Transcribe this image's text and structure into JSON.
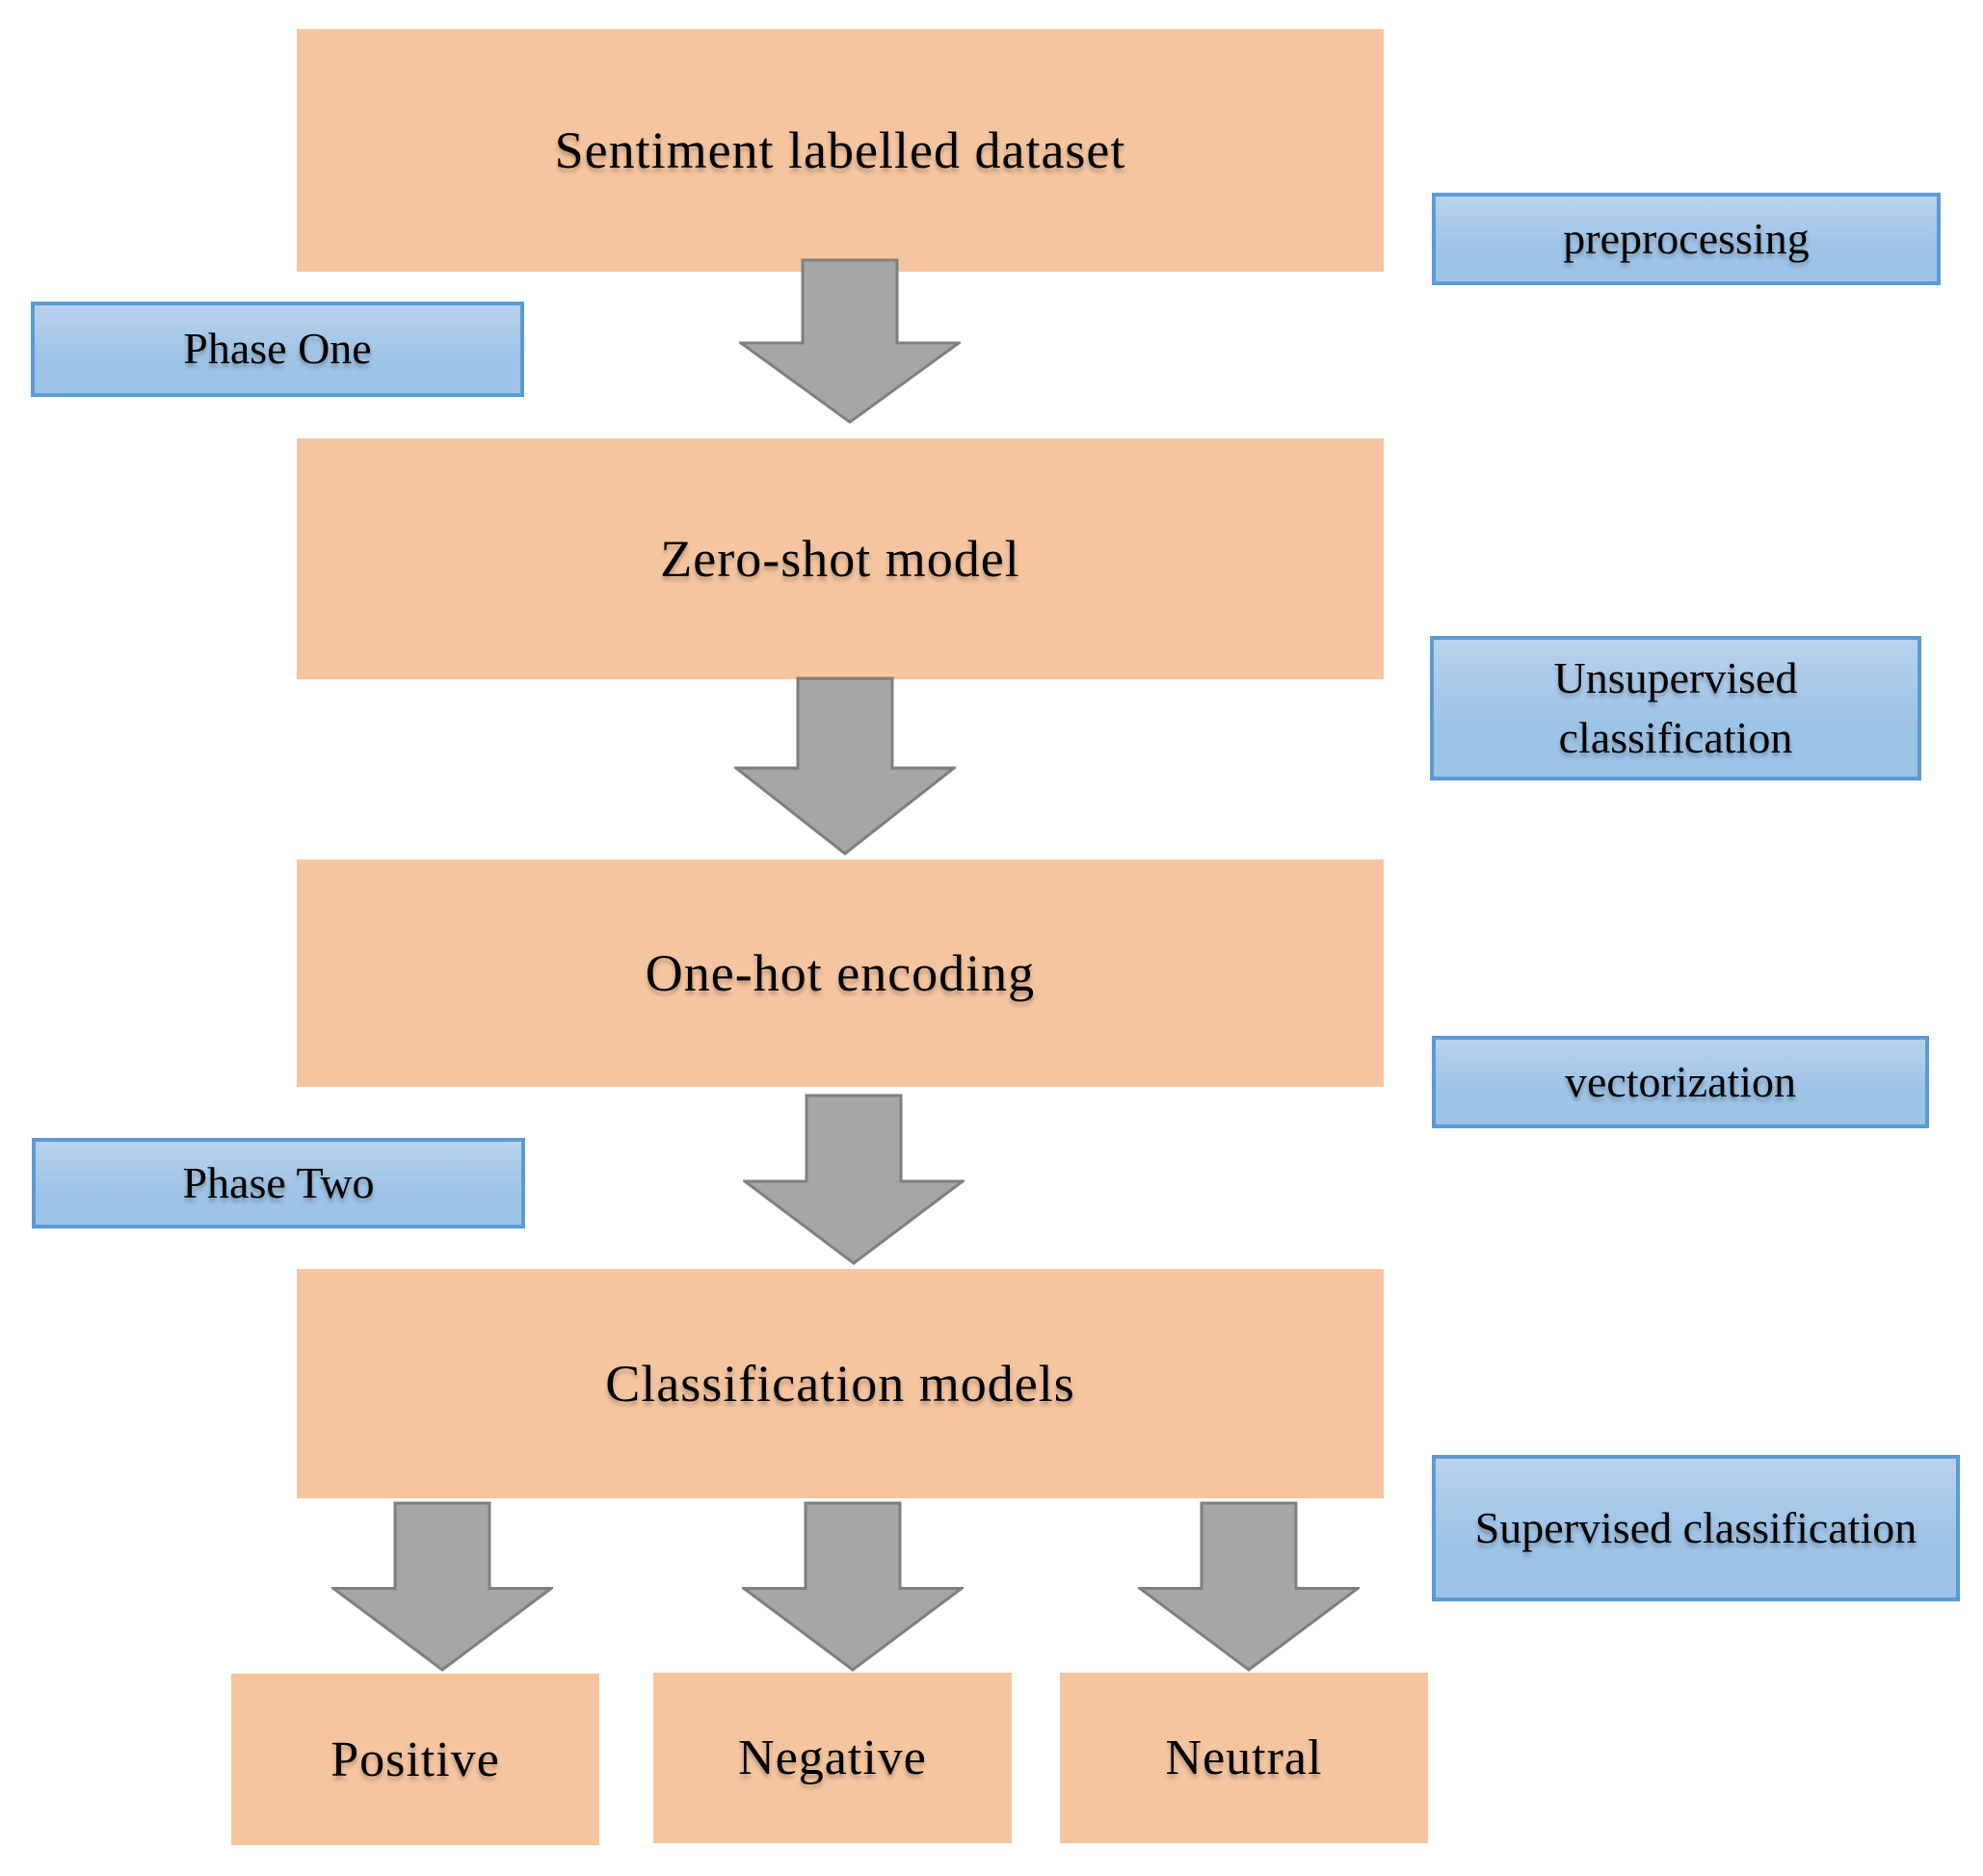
{
  "flowchart": {
    "nodes": {
      "dataset": "Sentiment labelled dataset",
      "zero_shot": "Zero-shot model",
      "one_hot": "One-hot encoding",
      "models": "Classification models",
      "positive": "Positive",
      "negative": "Negative",
      "neutral": "Neutral"
    },
    "side_labels": {
      "preprocessing": "preprocessing",
      "unsupervised": "Unsupervised classification",
      "vectorization": "vectorization",
      "supervised": "Supervised classification"
    },
    "phases": {
      "one": "Phase One",
      "two": "Phase Two"
    },
    "icons": {
      "connector": "down-arrow"
    }
  },
  "colors": {
    "node_fill": "#F5C5A0",
    "label_fill": "#9DC3E6",
    "label_fill_top": "#BAD2EC",
    "label_border": "#5B9BD5",
    "arrow_fill": "#A6A6A6",
    "arrow_border": "#7F7F7F",
    "text": "#000000",
    "background": "#FFFFFF"
  }
}
